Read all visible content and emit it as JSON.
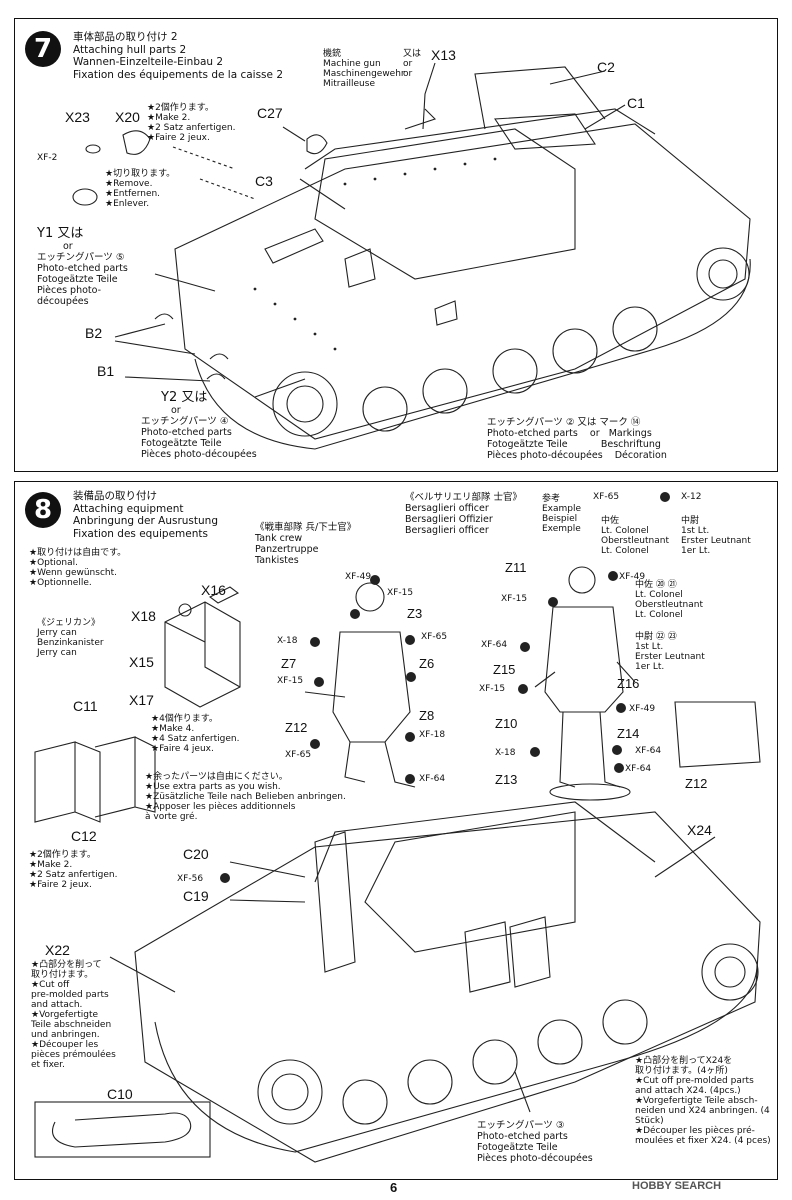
{
  "page_number": "6",
  "watermark": "HOBBY SEARCH",
  "step7": {
    "number": "7",
    "title": [
      "車体部品の取り付け 2",
      "Attaching hull parts 2",
      "Wannen-Einzelteile-Einbau 2",
      "Fixation des équipements de la caisse 2"
    ],
    "mg": [
      "機銃",
      "Machine gun",
      "Maschinengewehr",
      "Mitrailleuse"
    ],
    "mg_or": [
      "又は",
      "or",
      "or"
    ],
    "make2": [
      "★2個作ります。",
      "★Make 2.",
      "★2 Satz anfertigen.",
      "★Faire 2 jeux."
    ],
    "remove": [
      "★切り取ります。",
      "★Remove.",
      "★Entfernen.",
      "★Enlever."
    ],
    "y1": [
      "Y1 又は",
      "or",
      "エッチングパーツ ⑤",
      "Photo-etched parts",
      "Fotogeätzte Teile",
      "Pièces photo-",
      "découpées"
    ],
    "y2": [
      "Y2 又は",
      "or",
      "エッチングパーツ ④",
      "Photo-etched parts",
      "Fotogeätzte Teile",
      "Pièces photo-découpées"
    ],
    "pe2": [
      "エッチングパーツ ② 又は マーク ⑭",
      "Photo-etched parts    or   Markings",
      "Fotogeätzte Teile           Beschriftung",
      "Pièces photo-découpées    Décoration"
    ],
    "labels": {
      "x13": "X13",
      "c2": "C2",
      "c1": "C1",
      "x23": "X23",
      "x20": "X20",
      "xf2": "XF-2",
      "c27": "C27",
      "c3": "C3",
      "b2": "B2",
      "b1": "B1"
    }
  },
  "step8": {
    "number": "8",
    "title": [
      "装備品の取り付け",
      "Attaching equipment",
      "Anbringung der Ausrustung",
      "Fixation des equipements"
    ],
    "optional": [
      "★取り付けは自由です。",
      "★Optional.",
      "★Wenn gewünscht.",
      "★Optionnelle."
    ],
    "jerry": [
      "《ジェリカン》",
      "Jerry can",
      "Benzinkanister",
      "Jerry can"
    ],
    "make4": [
      "★4個作ります。",
      "★Make 4.",
      "★4 Satz anfertigen.",
      "★Faire 4 jeux."
    ],
    "make2": [
      "★2個作ります。",
      "★Make 2.",
      "★2 Satz anfertigen.",
      "★Faire 2 jeux."
    ],
    "crew": [
      "《戦車部隊 兵/下士官》",
      "Tank crew",
      "Panzertruppe",
      "Tankistes"
    ],
    "officer": [
      "《ベルサリエリ部隊 士官》",
      "Bersaglieri officer",
      "Bersaglieri Offizier",
      "Bersaglieri officer"
    ],
    "ref": [
      "参考",
      "Example",
      "Beispiel",
      "Exemple"
    ],
    "ltcol_top": [
      "中佐",
      "Lt. Colonel",
      "Oberstleutnant",
      "Lt. Colonel"
    ],
    "1stlt_top": [
      "中尉",
      "1st Lt.",
      "Erster Leutnant",
      "1er Lt."
    ],
    "ltcol": [
      "中佐 ⑳ ㉑",
      "Lt. Colonel",
      "Oberstleutnant",
      "Lt. Colonel"
    ],
    "1stlt": [
      "中尉 ㉒ ㉓",
      "1st Lt.",
      "Erster Leutnant",
      "1er Lt."
    ],
    "extra": [
      "★余ったパーツは自由にください。",
      "★Use extra parts as you wish.",
      "★Züsätzliche Teile nach Belieben anbringen.",
      "★Apposer les pièces additionnels",
      "à vorte gré."
    ],
    "x22": [
      "★凸部分を削って",
      "取り付けます。",
      "★Cut off",
      "pre-molded parts",
      "and attach.",
      "★Vorgefertigte",
      "Teile abschneiden",
      "und anbringen.",
      "★Découper les",
      "pièces prémoulées",
      "et fixer."
    ],
    "x24": [
      "★凸部分を削ってX24を",
      "取り付けます。(4ヶ所)",
      "★Cut off pre-molded parts",
      "and attach X24. (4pcs.)",
      "★Vorgefertigte Teile absch-",
      "neiden und X24 anbringen. (4",
      "Stück)",
      "★Découper les pièces pré-",
      "moulées et fixer X24. (4 pces)"
    ],
    "pe3": [
      "エッチングパーツ ③",
      "Photo-etched parts",
      "Fotogeätzte Teile",
      "Pièces photo-découpées"
    ],
    "labels": {
      "x16": "X16",
      "x18": "X18",
      "x15": "X15",
      "x17": "X17",
      "c11": "C11",
      "c12": "C12",
      "c20": "C20",
      "c19": "C19",
      "xf56": "XF-56",
      "x22": "X22",
      "c10": "C10",
      "x24": "X24",
      "z3": "Z3",
      "z7": "Z7",
      "z6": "Z6",
      "z8": "Z8",
      "z12": "Z12",
      "z11": "Z11",
      "z15": "Z15",
      "z16": "Z16",
      "z10": "Z10",
      "z14": "Z14",
      "z13": "Z13",
      "z12b": "Z12",
      "xf65": "XF-65",
      "x12": "X-12"
    },
    "paints": {
      "xf49": "XF-49",
      "xf15": "XF-15",
      "xf65": "XF-65",
      "x18": "X-18",
      "xf18": "XF-18",
      "xf64": "XF-64",
      "xf15b": "XF-15"
    }
  }
}
